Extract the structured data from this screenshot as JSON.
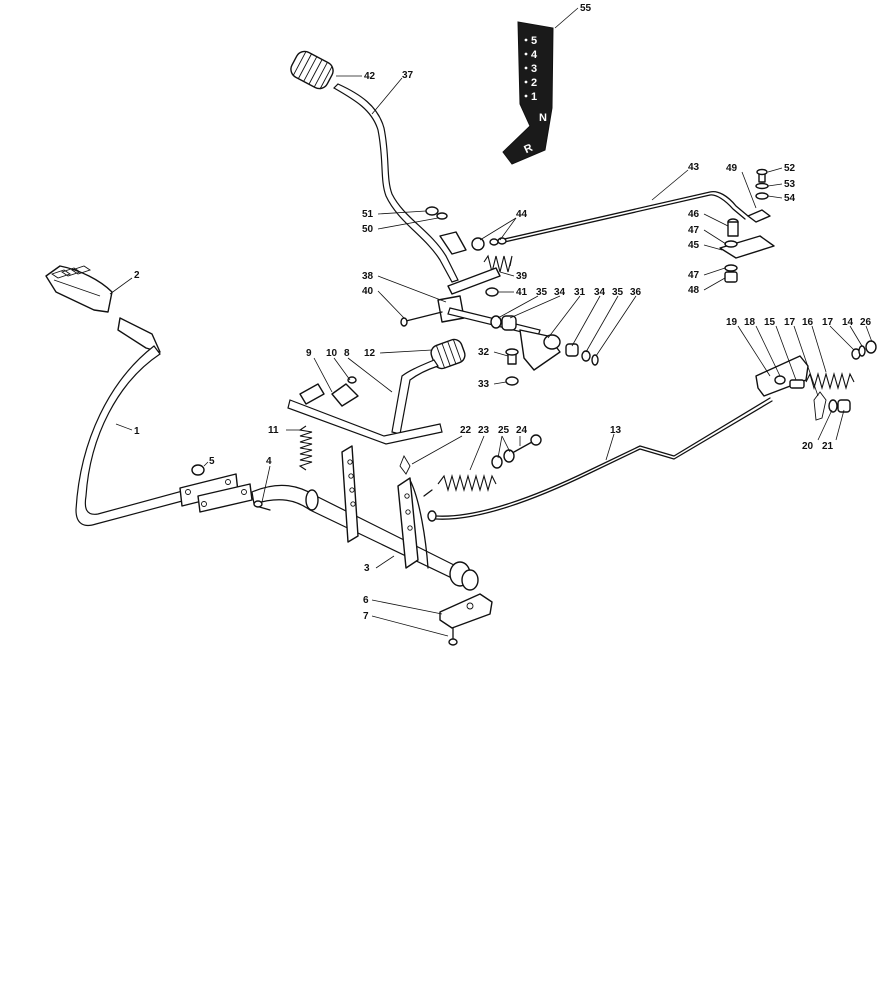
{
  "diagram": {
    "gear_labels": [
      "5",
      "4",
      "3",
      "2",
      "1",
      "N",
      "R"
    ]
  },
  "callouts": [
    {
      "id": "c55",
      "label": "55"
    },
    {
      "id": "c42",
      "label": "42"
    },
    {
      "id": "c37",
      "label": "37"
    },
    {
      "id": "c43",
      "label": "43"
    },
    {
      "id": "c49",
      "label": "49"
    },
    {
      "id": "c52",
      "label": "52"
    },
    {
      "id": "c53",
      "label": "53"
    },
    {
      "id": "c54",
      "label": "54"
    },
    {
      "id": "c51",
      "label": "51"
    },
    {
      "id": "c50",
      "label": "50"
    },
    {
      "id": "c44",
      "label": "44"
    },
    {
      "id": "c46",
      "label": "46"
    },
    {
      "id": "c47a",
      "label": "47"
    },
    {
      "id": "c45",
      "label": "45"
    },
    {
      "id": "c47b",
      "label": "47"
    },
    {
      "id": "c48",
      "label": "48"
    },
    {
      "id": "c2",
      "label": "2"
    },
    {
      "id": "c38",
      "label": "38"
    },
    {
      "id": "c39",
      "label": "39"
    },
    {
      "id": "c40",
      "label": "40"
    },
    {
      "id": "c41",
      "label": "41"
    },
    {
      "id": "c35a",
      "label": "35"
    },
    {
      "id": "c34a",
      "label": "34"
    },
    {
      "id": "c31",
      "label": "31"
    },
    {
      "id": "c34b",
      "label": "34"
    },
    {
      "id": "c35b",
      "label": "35"
    },
    {
      "id": "c36",
      "label": "36"
    },
    {
      "id": "c19",
      "label": "19"
    },
    {
      "id": "c18",
      "label": "18"
    },
    {
      "id": "c15",
      "label": "15"
    },
    {
      "id": "c17a",
      "label": "17"
    },
    {
      "id": "c16",
      "label": "16"
    },
    {
      "id": "c17b",
      "label": "17"
    },
    {
      "id": "c14",
      "label": "14"
    },
    {
      "id": "c26",
      "label": "26"
    },
    {
      "id": "c9",
      "label": "9"
    },
    {
      "id": "c10",
      "label": "10"
    },
    {
      "id": "c8",
      "label": "8"
    },
    {
      "id": "c12",
      "label": "12"
    },
    {
      "id": "c32",
      "label": "32"
    },
    {
      "id": "c33",
      "label": "33"
    },
    {
      "id": "c1",
      "label": "1"
    },
    {
      "id": "c11",
      "label": "11"
    },
    {
      "id": "c22",
      "label": "22"
    },
    {
      "id": "c23",
      "label": "23"
    },
    {
      "id": "c25",
      "label": "25"
    },
    {
      "id": "c24",
      "label": "24"
    },
    {
      "id": "c13",
      "label": "13"
    },
    {
      "id": "c20",
      "label": "20"
    },
    {
      "id": "c21",
      "label": "21"
    },
    {
      "id": "c5",
      "label": "5"
    },
    {
      "id": "c4",
      "label": "4"
    },
    {
      "id": "c3",
      "label": "3"
    },
    {
      "id": "c6",
      "label": "6"
    },
    {
      "id": "c7",
      "label": "7"
    }
  ]
}
